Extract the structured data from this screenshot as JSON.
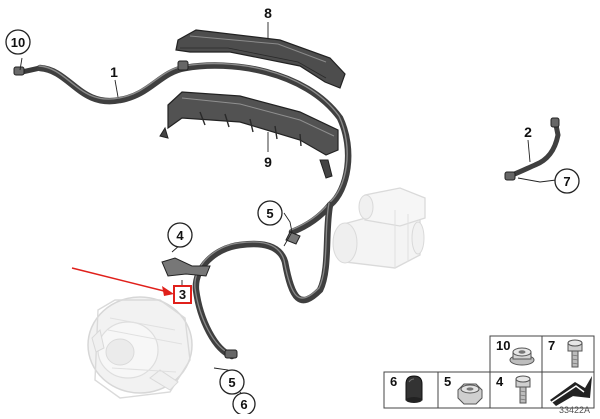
{
  "diagram": {
    "callouts": {
      "c10": "10",
      "c4": "4",
      "c5a": "5",
      "c5b": "5",
      "c6": "6",
      "c7": "7"
    },
    "labels": {
      "l1": "1",
      "l2": "2",
      "l8": "8",
      "l9": "9"
    },
    "highlighted": "3",
    "legend": {
      "cells": [
        "10",
        "7",
        "6",
        "5",
        "4"
      ]
    },
    "code": "33422A",
    "colors": {
      "highlight": "#e0201b",
      "cable": "#4a4a4a",
      "line": "#222222"
    }
  }
}
